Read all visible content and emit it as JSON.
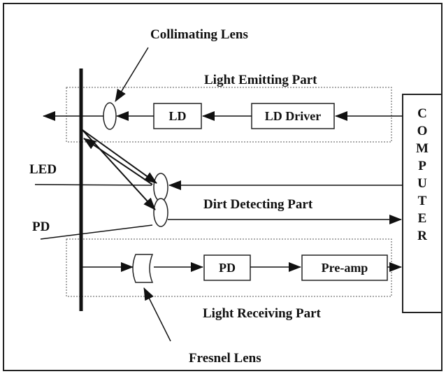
{
  "labels": {
    "collimating_lens": "Collimating Lens",
    "light_emitting_part": "Light Emitting Part",
    "led": "LED",
    "dirt_detecting_part": "Dirt Detecting Part",
    "pd_side": "PD",
    "light_receiving_part": "Light Receiving Part",
    "fresnel_lens": "Fresnel Lens"
  },
  "blocks": {
    "ld": "LD",
    "ld_driver": "LD Driver",
    "pd": "PD",
    "pre_amp": "Pre-amp"
  },
  "computer_letters": [
    "C",
    "O",
    "M",
    "P",
    "U",
    "T",
    "E",
    "R"
  ]
}
